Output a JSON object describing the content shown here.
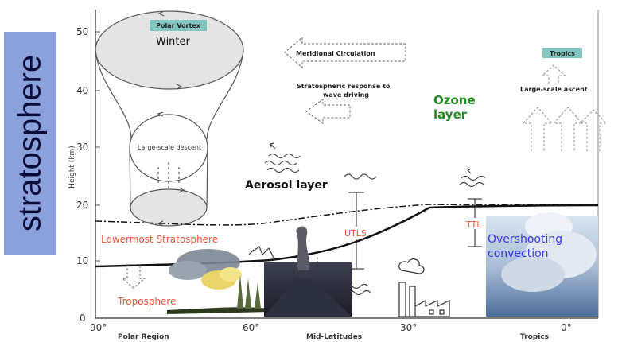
{
  "side_label": "stratosphere",
  "y_axis": {
    "label": "Height (km)",
    "ticks": [
      "0",
      "10",
      "20",
      "30",
      "40",
      "50"
    ]
  },
  "x_axis": {
    "ticks": [
      "90°",
      "60°",
      "30°",
      "0°"
    ],
    "regions": [
      "Polar Region",
      "Mid-Latitudes",
      "Tropics"
    ]
  },
  "labels": {
    "polar_vortex": "Polar Vortex",
    "winter": "Winter",
    "meridional_circulation": "Meridional Circulation",
    "stratospheric_response": "Stratospheric response to",
    "wave_driving": "wave driving",
    "tropics_tag": "Tropics",
    "large_scale_ascent": "Large-scale ascent",
    "ozone_line1": "Ozone",
    "ozone_line2": "layer",
    "large_scale_descent": "Large-scale descent",
    "aerosol_layer": "Aerosol layer",
    "utls": "UTLS",
    "ttl": "TTL",
    "lowermost_stratosphere": "Lowermost Stratosphere",
    "troposphere": "Troposphere",
    "overshooting_line1": "Overshooting",
    "overshooting_line2": "convection"
  },
  "colors": {
    "side_label_bg": "#8aa1dc",
    "ozone_green": "#1f8a1f",
    "label_red": "#e8553a",
    "overshoot_blue": "#3a3ae6",
    "tag_teal": "#7fc7c0"
  }
}
